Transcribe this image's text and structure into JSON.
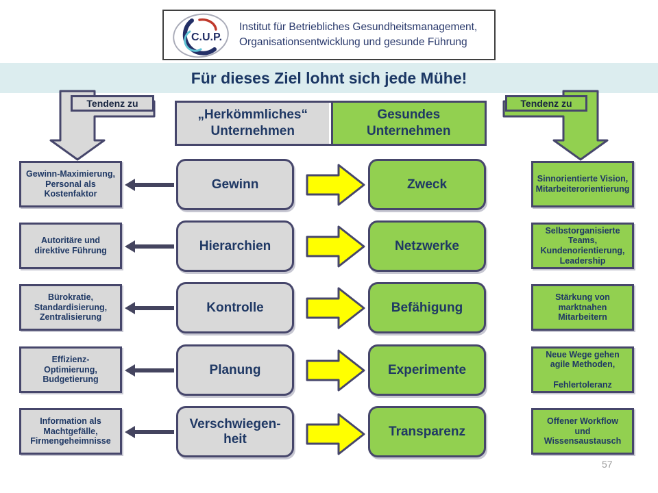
{
  "logo": {
    "acronym": "C.U.P.",
    "line1": "Institut für Betriebliches Gesundheitsmanagement,",
    "line2": "Organisationsentwicklung und gesunde Führung"
  },
  "title": "Für dieses Ziel lohnt sich jede Mühe!",
  "tendenz": {
    "left": "Tendenz zu",
    "right": "Tendenz zu"
  },
  "headers": {
    "traditional": "„Herkömmliches“\nUnternehmen",
    "healthy": "Gesundes\nUnternehmen"
  },
  "rows": [
    {
      "left": "Gewinn-Maximierung,\nPersonal als\nKostenfaktor",
      "traditional": "Gewinn",
      "healthy": "Zweck",
      "right": "Sinnorientierte Vision,\nMitarbeiterorientierung"
    },
    {
      "left": "Autoritäre und\ndirektive Führung",
      "traditional": "Hierarchien",
      "healthy": "Netzwerke",
      "right": "Selbstorganisierte Teams,\nKundenorientierung,\nLeadership"
    },
    {
      "left": "Bürokratie,\nStandardisierung,\nZentralisierung",
      "traditional": "Kontrolle",
      "healthy": "Befähigung",
      "right": "Stärkung von\nmarktnahen\nMitarbeitern"
    },
    {
      "left": "Effizienz-\nOptimierung,\nBudgetierung",
      "traditional": "Planung",
      "healthy": "Experimente",
      "right": "Neue Wege gehen\nagile Methoden,\n\nFehlertoleranz"
    },
    {
      "left": "Information als\nMachtgefälle,\nFirmengeheimnisse",
      "traditional": "Verschwiegen-\nheit",
      "healthy": "Transparenz",
      "right": "Offener Workflow\nund\nWissensaustausch"
    }
  ],
  "page_number": "57",
  "colors": {
    "green": "#92d050",
    "gray": "#d9d9d9",
    "border_navy": "#46466b",
    "text_navy": "#1f3864",
    "title_band": "#dcedef",
    "arrow_yellow": "#ffff00"
  }
}
